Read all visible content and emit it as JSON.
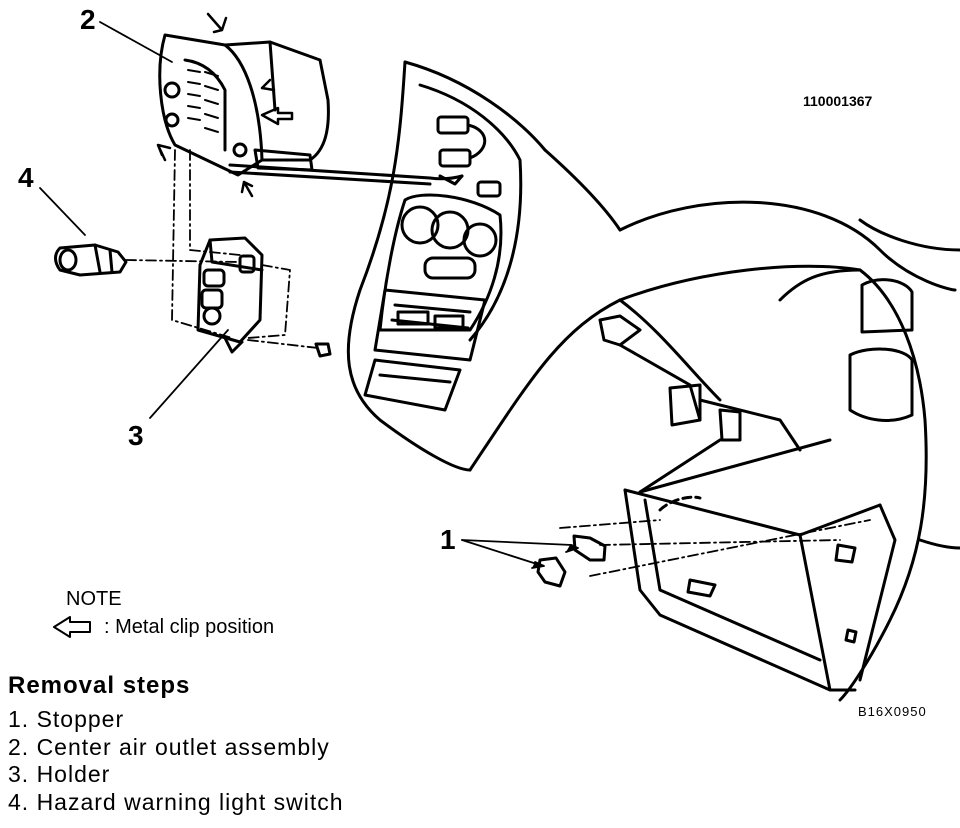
{
  "diagram": {
    "figure_code": "110001367",
    "drawing_code": "B16X0950",
    "callouts": [
      "1",
      "2",
      "3",
      "4"
    ],
    "note": {
      "title": "NOTE",
      "legend_text": ": Metal clip position",
      "legend_icon": "hollow-arrow-left-icon"
    },
    "removal_steps": {
      "title": "Removal steps",
      "items": [
        "1. Stopper",
        "2. Center air outlet assembly",
        "3. Holder",
        "4. Hazard warning light switch"
      ]
    }
  }
}
